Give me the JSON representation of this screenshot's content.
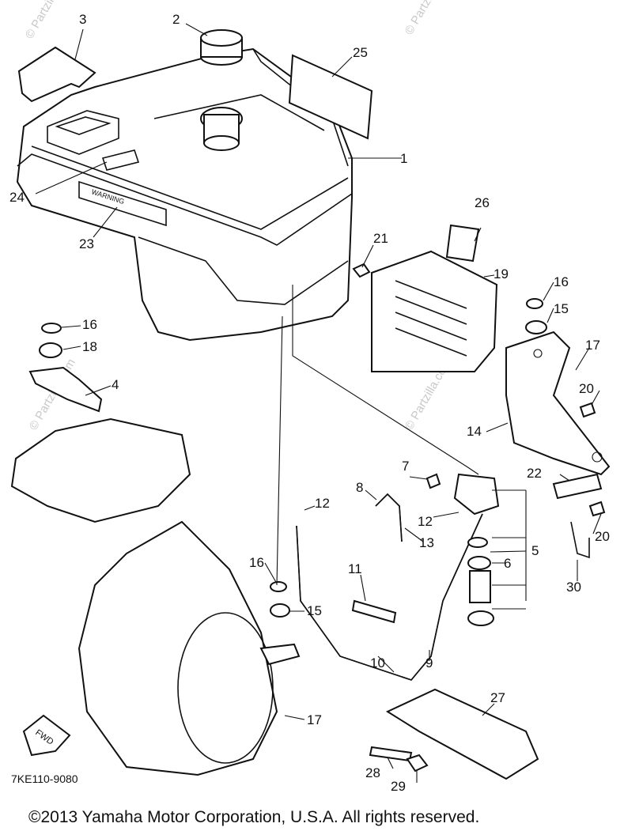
{
  "watermark": "© Partzilla.com",
  "part_labels": [
    "1",
    "2",
    "3",
    "4",
    "5",
    "6",
    "7",
    "8",
    "9",
    "10",
    "11",
    "12",
    "12",
    "13",
    "14",
    "15",
    "15",
    "16",
    "16",
    "16",
    "17",
    "17",
    "18",
    "19",
    "20",
    "20",
    "21",
    "22",
    "23",
    "24",
    "25",
    "26",
    "27",
    "28",
    "29",
    "30"
  ],
  "tank_warning_text": "WARNING",
  "fwd_text": "FWD",
  "reference_code": "7KE110-9080",
  "copyright": "©2013  Yamaha Motor Corporation, U.S.A. All rights reserved."
}
